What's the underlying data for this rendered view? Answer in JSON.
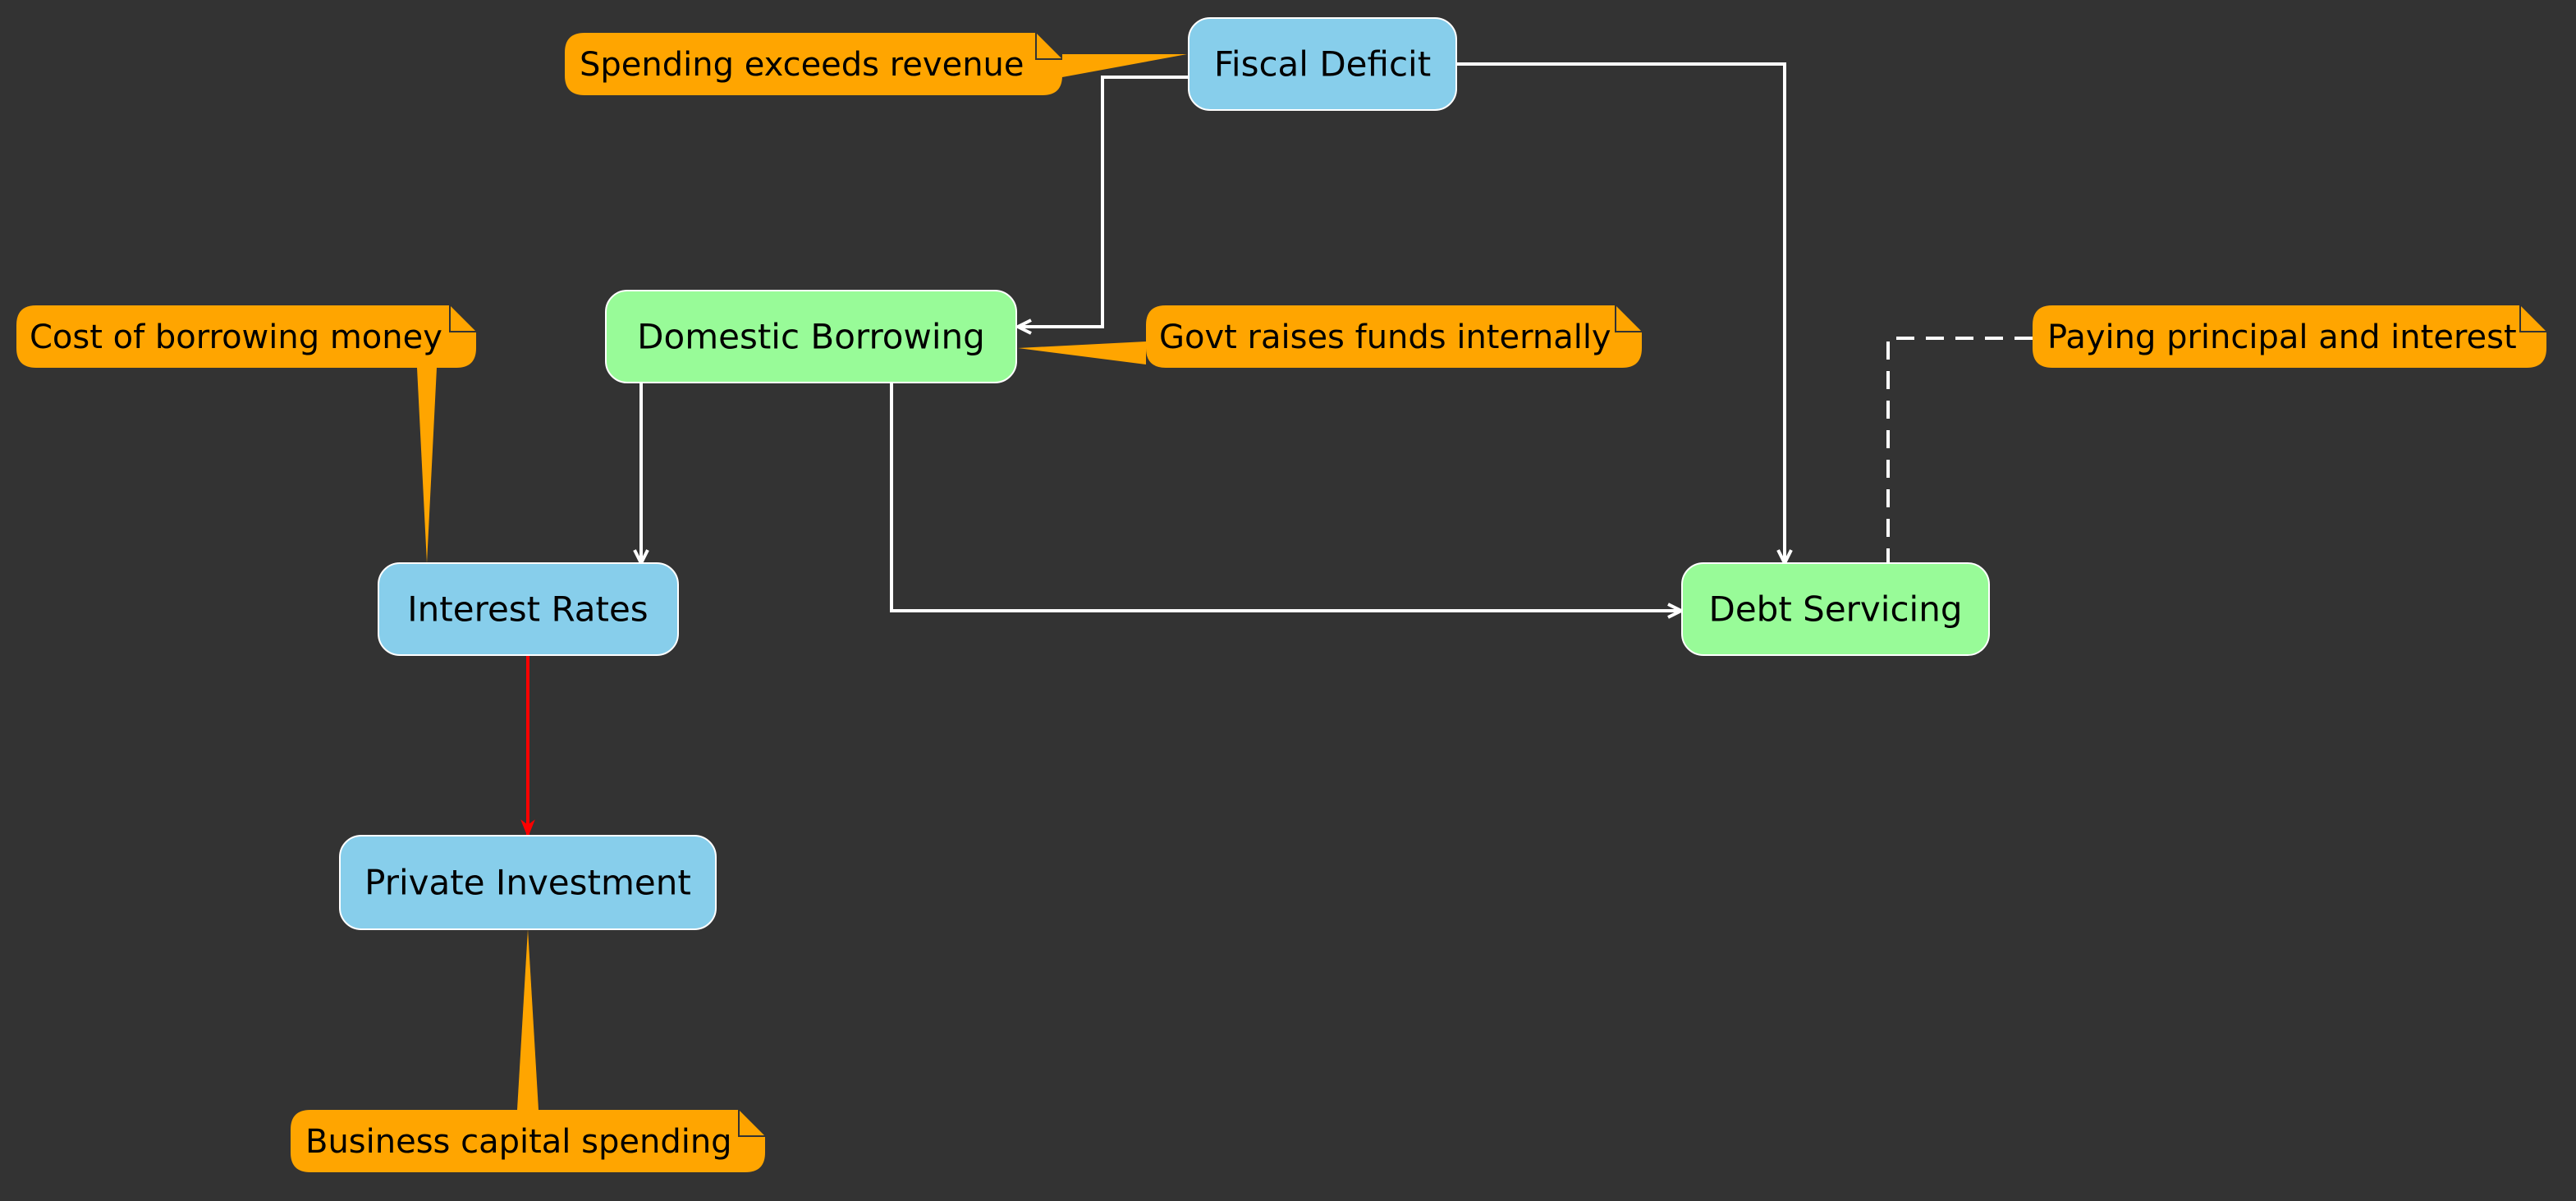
{
  "colors": {
    "background": "#333333",
    "node_blue": "#87CEEB",
    "node_green": "#98FB98",
    "note_fill": "#FFA500",
    "edge_default": "#FFFFFF",
    "edge_highlight": "#FF0000",
    "node_border": "#FFFFFF"
  },
  "nodes": {
    "fiscal_deficit": {
      "label": "Fiscal Deficit"
    },
    "domestic_borrowing": {
      "label": "Domestic Borrowing"
    },
    "interest_rates": {
      "label": "Interest Rates"
    },
    "debt_servicing": {
      "label": "Debt Servicing"
    },
    "private_investment": {
      "label": "Private Investment"
    }
  },
  "notes": {
    "spending_exceeds": {
      "text": "Spending exceeds revenue"
    },
    "govt_raises": {
      "text": "Govt raises funds internally"
    },
    "cost_borrowing": {
      "text": "Cost of borrowing money"
    },
    "paying_principal": {
      "text": "Paying principal and interest"
    },
    "business_capital": {
      "text": "Business capital spending"
    }
  },
  "edges": [
    {
      "from": "fiscal_deficit",
      "to": "domestic_borrowing",
      "style": "solid"
    },
    {
      "from": "fiscal_deficit",
      "to": "debt_servicing",
      "style": "solid"
    },
    {
      "from": "domestic_borrowing",
      "to": "interest_rates",
      "style": "solid"
    },
    {
      "from": "domestic_borrowing",
      "to": "debt_servicing",
      "style": "solid"
    },
    {
      "from": "interest_rates",
      "to": "private_investment",
      "style": "highlight"
    }
  ]
}
